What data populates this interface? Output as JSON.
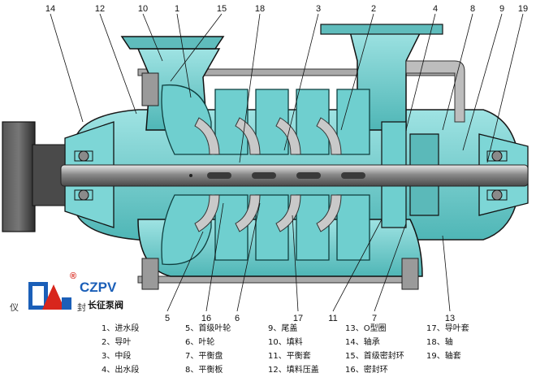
{
  "diagram": {
    "callouts_top": [
      "14",
      "12",
      "10",
      "1",
      "15",
      "18",
      "3",
      "2",
      "4",
      "8",
      "9",
      "19"
    ],
    "callouts_bottom": [
      "5",
      "16",
      "6",
      "17",
      "11",
      "7",
      "13"
    ]
  },
  "logo": {
    "brand": "CZPV",
    "registered": "®",
    "name_cn": "长征泵阀",
    "mark_left": "仪",
    "mark_right": "封"
  },
  "legend": {
    "columns": [
      [
        "1、进水段",
        "2、导叶",
        "3、中段",
        "4、出水段"
      ],
      [
        "5、首级叶轮",
        "6、叶轮",
        "7、平衡盘",
        "8、平衡板"
      ],
      [
        "9、尾盖",
        "10、填料",
        "11、平衡套",
        "12、填料压盖"
      ],
      [
        "13、O型圈",
        "14、轴承",
        "15、首级密封环",
        "16、密封环"
      ],
      [
        "17、导叶套",
        "18、轴",
        "19、轴套"
      ]
    ]
  },
  "colors": {
    "casing_teal": "#6fcfcf",
    "casing_dark": "#2e8c8c",
    "shaft_gray": "#8d8d8d",
    "coupling_dark": "#3a3a3a",
    "logo_blue": "#1b5fb8",
    "logo_red": "#d8261c"
  }
}
